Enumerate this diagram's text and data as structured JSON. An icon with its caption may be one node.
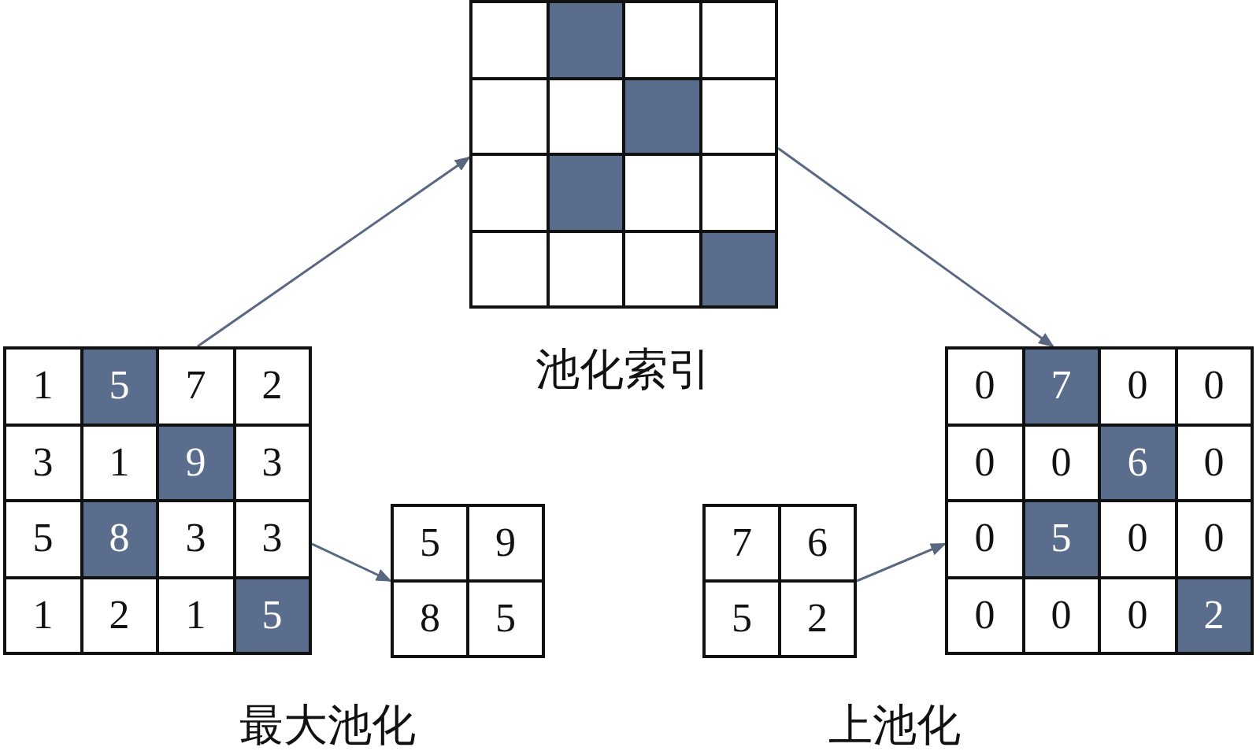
{
  "diagram": {
    "nodes": [
      {
        "text": [
          "1",
          "5",
          "7",
          "2",
          "3",
          "1",
          "9",
          "3",
          "5",
          "8",
          "3",
          "3",
          "1",
          "2",
          "1",
          "5"
        ]
      },
      {
        "text": [],
        "shape": "box",
        "beside": [
          "池化索引"
        ]
      },
      {
        "text": [
          "5",
          "9",
          "8",
          "5"
        ]
      },
      {
        "text": [
          "7",
          "6",
          "5",
          "2"
        ]
      },
      {
        "text": [
          "0",
          "7",
          "0",
          "0",
          "0",
          "0",
          "6",
          "0",
          "0",
          "5",
          "0",
          "0",
          "0",
          "0",
          "0",
          "2"
        ]
      }
    ],
    "edges": [
      {
        "from": 0,
        "to": 1,
        "arrow": "to"
      },
      {
        "from": 0,
        "to": 2,
        "arrow": "to"
      },
      {
        "from": 1,
        "to": 4,
        "arrow": "to"
      },
      {
        "from": 3,
        "to": 4,
        "arrow": "to"
      }
    ],
    "labels": [
      "最大池化",
      "上池化"
    ]
  }
}
